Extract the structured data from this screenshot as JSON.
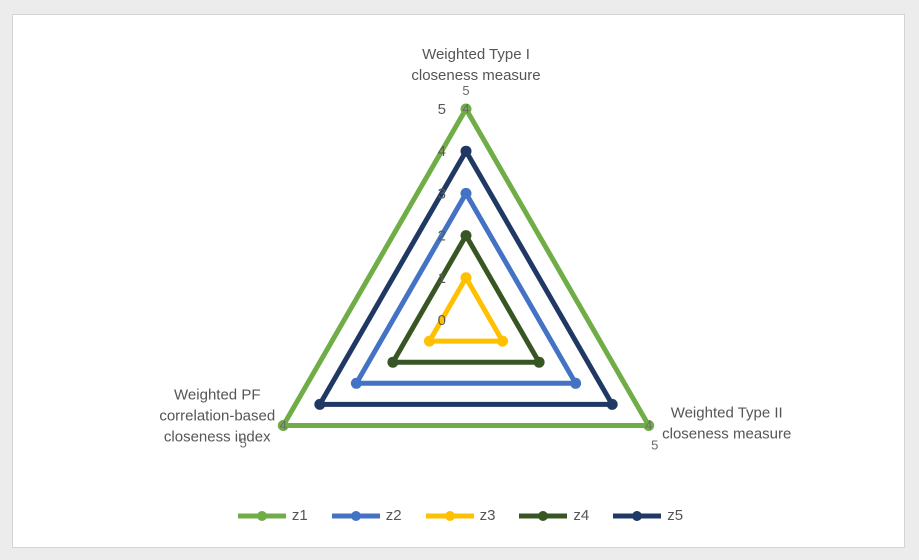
{
  "chart_data": {
    "type": "radar",
    "axes": [
      "Weighted Type I\ncloseness measure",
      "Weighted Type II\ncloseness measure",
      "Weighted PF\ncorrelation-based\ncloseness index"
    ],
    "tick_labels": [
      "0",
      "1",
      "2",
      "3",
      "4",
      "5"
    ],
    "rlim": [
      0,
      5
    ],
    "grid": false,
    "legend": "bottom",
    "vertex_value_labels": [
      "5",
      "4",
      "4",
      "5",
      "4",
      "5"
    ],
    "series": [
      {
        "name": "z1",
        "values": [
          5,
          5,
          5
        ],
        "color": "#70ad47"
      },
      {
        "name": "z2",
        "values": [
          3,
          3,
          3
        ],
        "color": "#4472c4"
      },
      {
        "name": "z3",
        "values": [
          1,
          1,
          1
        ],
        "color": "#ffc000"
      },
      {
        "name": "z4",
        "values": [
          2,
          2,
          2
        ],
        "color": "#375623"
      },
      {
        "name": "z5",
        "values": [
          4,
          4,
          4
        ],
        "color": "#203864"
      }
    ]
  }
}
